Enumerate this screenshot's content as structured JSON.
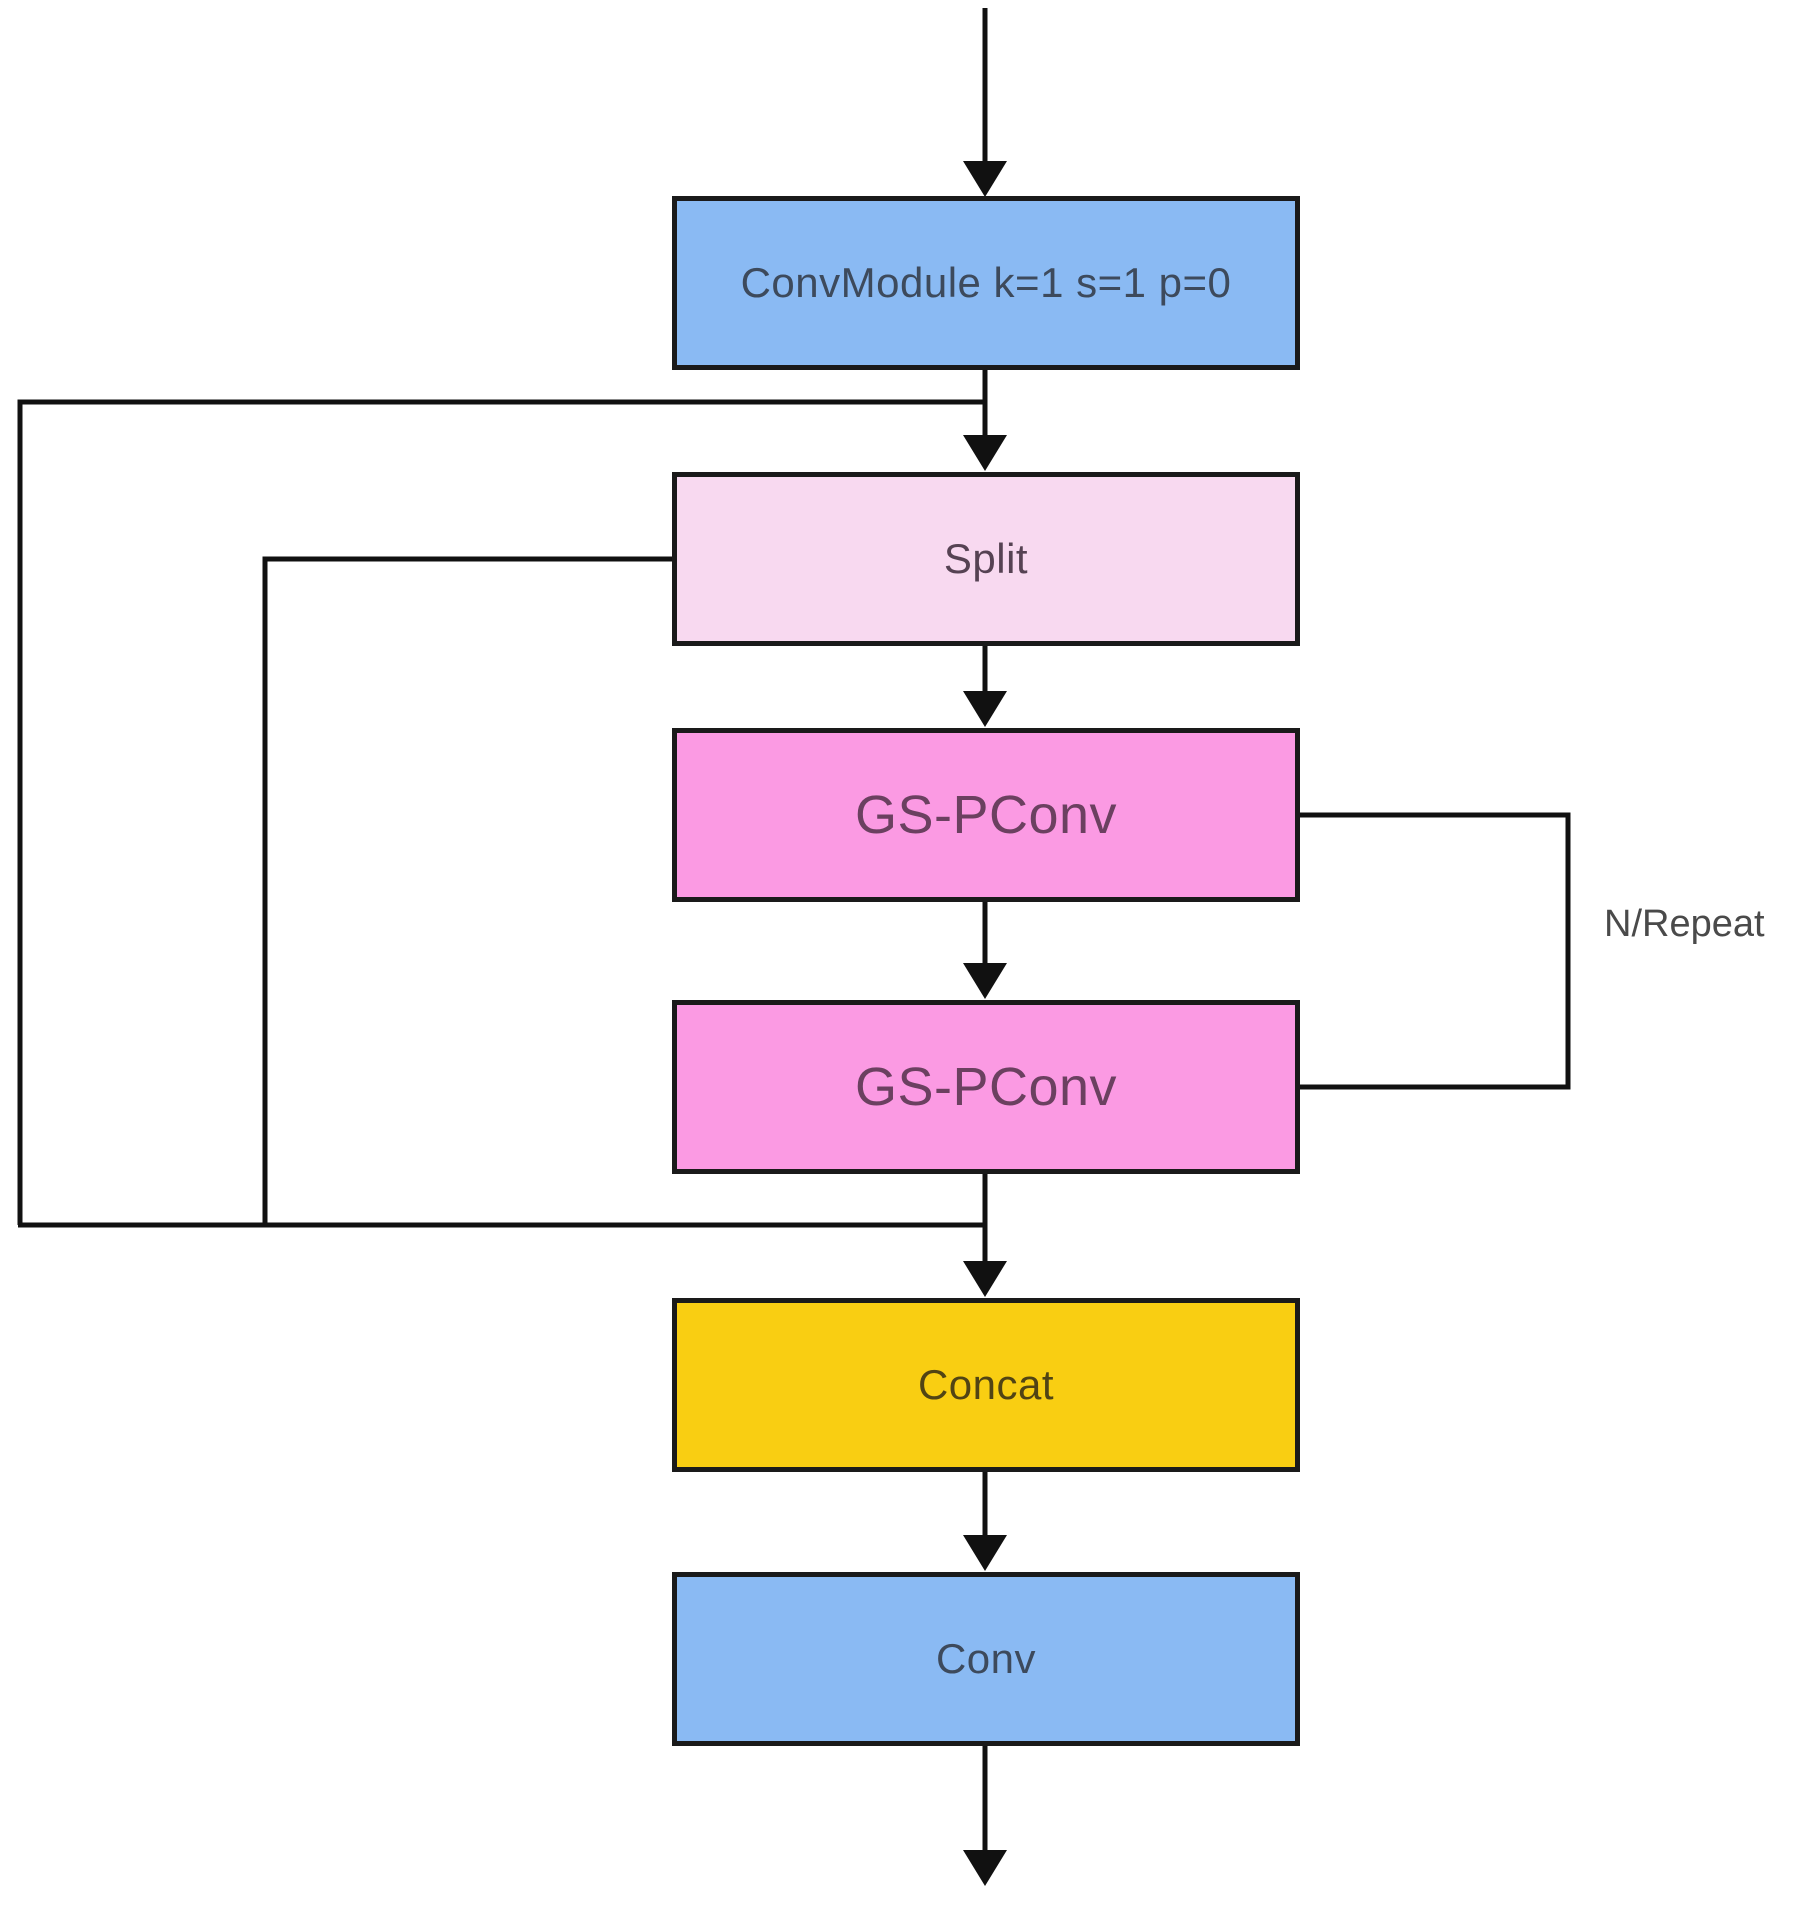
{
  "diagram": {
    "type": "flowchart",
    "background": "#FFFFFF",
    "line_color": "#111111",
    "nodes": [
      {
        "id": "convmodule",
        "label": "ConvModule k=1 s=1 p=0",
        "fill": "#8ABAF3",
        "text_color": "#3D4A5C"
      },
      {
        "id": "split",
        "label": "Split",
        "fill": "#F8D9F0",
        "text_color": "#564253"
      },
      {
        "id": "gs-pconv-1",
        "label": "GS-PConv",
        "fill": "#FB9AE3",
        "text_color": "#6B4060"
      },
      {
        "id": "gs-pconv-2",
        "label": "GS-PConv",
        "fill": "#FB9AE3",
        "text_color": "#6B4060"
      },
      {
        "id": "concat",
        "label": "Concat",
        "fill": "#F9CE12",
        "text_color": "#514414"
      },
      {
        "id": "conv",
        "label": "Conv",
        "fill": "#8ABAF3",
        "text_color": "#3D4A5C"
      }
    ],
    "annotations": [
      {
        "id": "repeat-label",
        "label": "N/Repeat",
        "text_color": "#4A4A4A"
      }
    ],
    "edges": [
      {
        "from": "input",
        "to": "convmodule",
        "style": "arrow"
      },
      {
        "from": "convmodule",
        "to": "split",
        "style": "arrow"
      },
      {
        "from": "convmodule",
        "to": "concat",
        "style": "skip-line-left-outer"
      },
      {
        "from": "split",
        "to": "gs-pconv-1",
        "style": "arrow"
      },
      {
        "from": "split",
        "to": "concat",
        "style": "skip-line-left-inner"
      },
      {
        "from": "gs-pconv-1",
        "to": "gs-pconv-2",
        "style": "arrow"
      },
      {
        "from": "gs-pconv-1",
        "to": "gs-pconv-2",
        "style": "loop-right",
        "label": "N/Repeat"
      },
      {
        "from": "gs-pconv-2",
        "to": "concat",
        "style": "arrow"
      },
      {
        "from": "concat",
        "to": "conv",
        "style": "arrow"
      },
      {
        "from": "conv",
        "to": "output",
        "style": "arrow"
      }
    ]
  }
}
